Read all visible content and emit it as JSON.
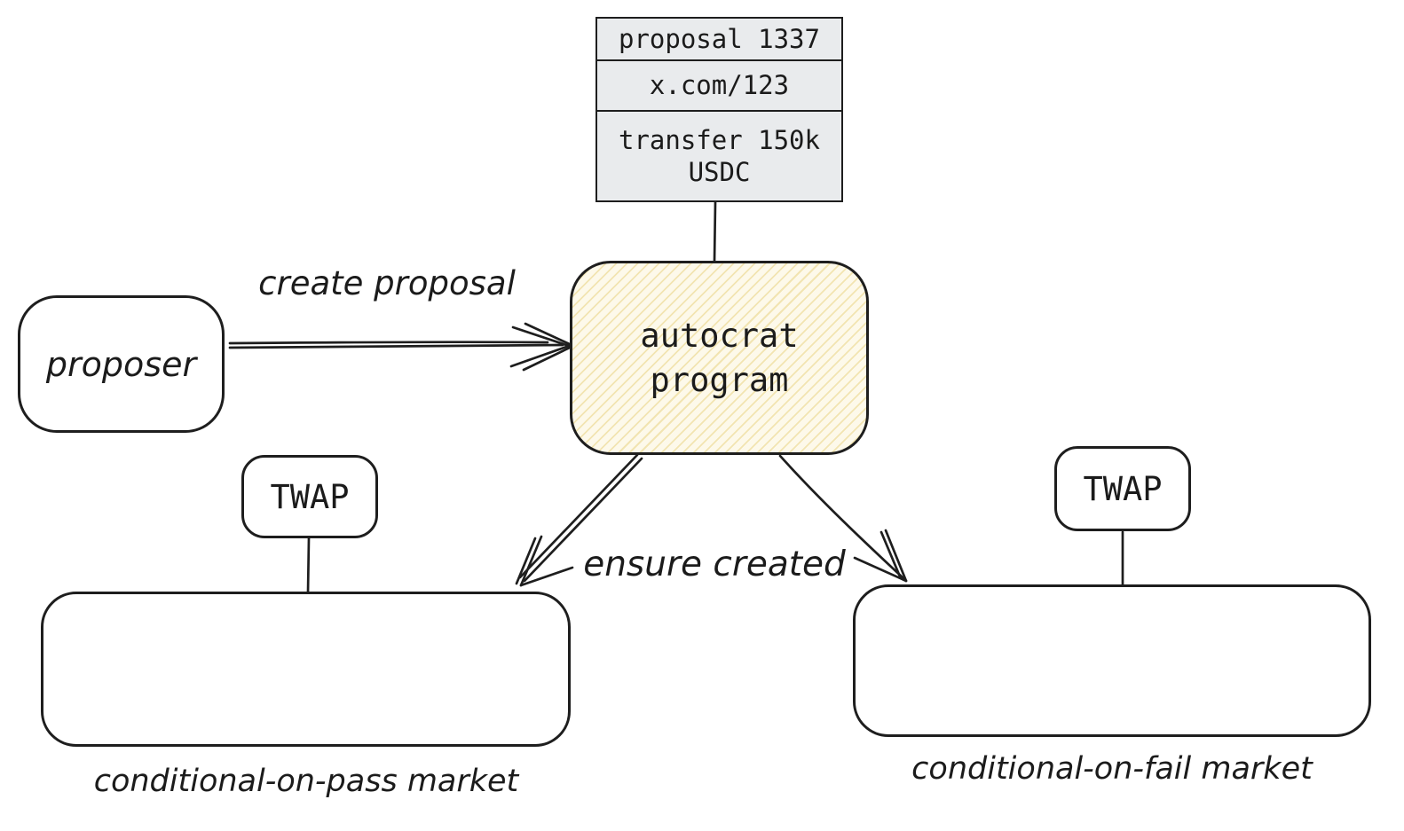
{
  "colors": {
    "background": "#ffffff",
    "stroke": "#1e1e1e",
    "card_fill": "#e9ebed",
    "autocrat_fill": "#fdf9ea",
    "autocrat_hatch": "#e0c355",
    "text": "#1b1b1b"
  },
  "proposal_card": {
    "rows": [
      "proposal 1337",
      "x.com/123",
      "transfer 150k USDC"
    ]
  },
  "nodes": {
    "proposer": {
      "label": "proposer"
    },
    "autocrat": {
      "label": "autocrat program"
    },
    "twap_pass": {
      "label": "TWAP"
    },
    "twap_fail": {
      "label": "TWAP"
    }
  },
  "edge_labels": {
    "create_proposal": "create proposal",
    "ensure_created": "ensure created"
  },
  "captions": {
    "pass_market": "conditional-on-pass market",
    "fail_market": "conditional-on-fail market"
  }
}
